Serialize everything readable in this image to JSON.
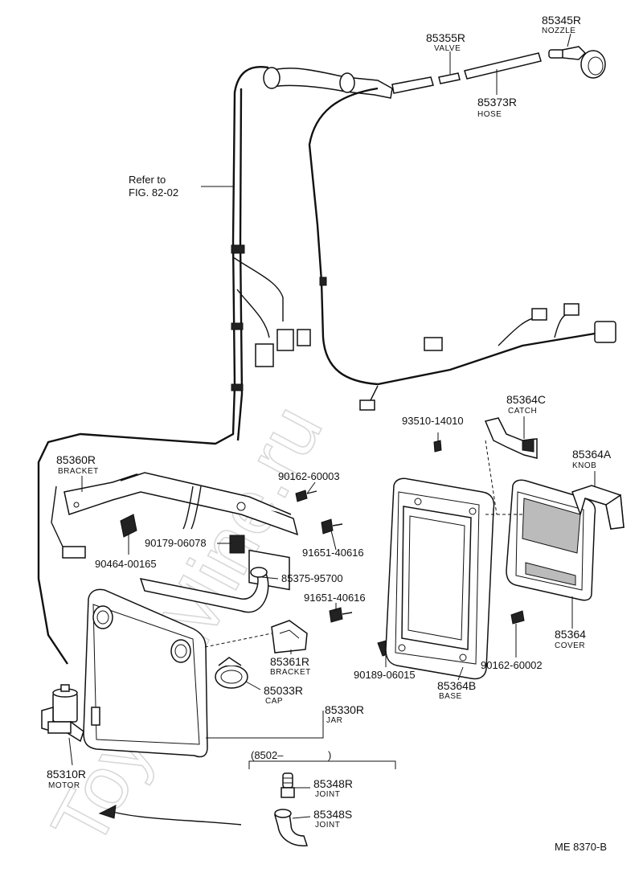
{
  "watermark": "ToyotaMine.ru",
  "reference": {
    "line1": "Refer to",
    "line2": "FIG. 82-02"
  },
  "footer_code": "ME  8370-B",
  "serial_range": {
    "open": "(8502–",
    "close": ")"
  },
  "parts": [
    {
      "id": "p85345R",
      "number": "85345R",
      "name": "NOZZLE"
    },
    {
      "id": "p85355R",
      "number": "85355R",
      "name": "VALVE"
    },
    {
      "id": "p85373R",
      "number": "85373R",
      "name": "HOSE"
    },
    {
      "id": "p93510",
      "number": "93510-14010",
      "name": ""
    },
    {
      "id": "p85364C",
      "number": "85364C",
      "name": "CATCH"
    },
    {
      "id": "p85364A",
      "number": "85364A",
      "name": "KNOB"
    },
    {
      "id": "p85360R",
      "number": "85360R",
      "name": "BRACKET"
    },
    {
      "id": "p90162a",
      "number": "90162-60003",
      "name": ""
    },
    {
      "id": "p90179",
      "number": "90179-06078",
      "name": ""
    },
    {
      "id": "p91651a",
      "number": "91651-40616",
      "name": ""
    },
    {
      "id": "p90464",
      "number": "90464-00165",
      "name": ""
    },
    {
      "id": "p85375",
      "number": "85375-95700",
      "name": ""
    },
    {
      "id": "p91651b",
      "number": "91651-40616",
      "name": ""
    },
    {
      "id": "p85361R",
      "number": "85361R",
      "name": "BRACKET"
    },
    {
      "id": "p90189",
      "number": "90189-06015",
      "name": ""
    },
    {
      "id": "p85364B",
      "number": "85364B",
      "name": "BASE"
    },
    {
      "id": "p90162b",
      "number": "90162-60002",
      "name": ""
    },
    {
      "id": "p85364",
      "number": "85364",
      "name": "COVER"
    },
    {
      "id": "p85033R",
      "number": "85033R",
      "name": "CAP"
    },
    {
      "id": "p85330R",
      "number": "85330R",
      "name": "JAR"
    },
    {
      "id": "p85310R",
      "number": "85310R",
      "name": "MOTOR"
    },
    {
      "id": "p85348R",
      "number": "85348R",
      "name": "JOINT"
    },
    {
      "id": "p85348S",
      "number": "85348S",
      "name": "JOINT"
    }
  ]
}
